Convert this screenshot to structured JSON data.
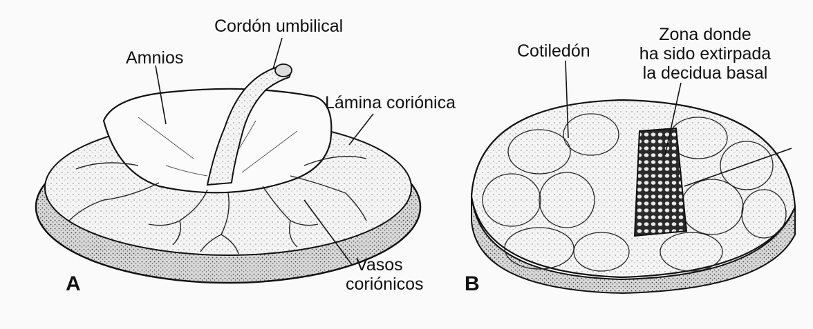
{
  "panels": [
    {
      "letter": "A",
      "labels": {
        "umbilical_cord": "Cordón umbilical",
        "amnion": "Amnios",
        "chorionic_plate": "Lámina coriónica",
        "chorionic_vessels_line1": "Vasos",
        "chorionic_vessels_line2": "coriónicos"
      }
    },
    {
      "letter": "B",
      "labels": {
        "cotyledon": "Cotiledón",
        "removed_decidua_line1": "Zona donde",
        "removed_decidua_line2": "ha sido extirpada",
        "removed_decidua_line3": "la decidua basal"
      }
    }
  ]
}
